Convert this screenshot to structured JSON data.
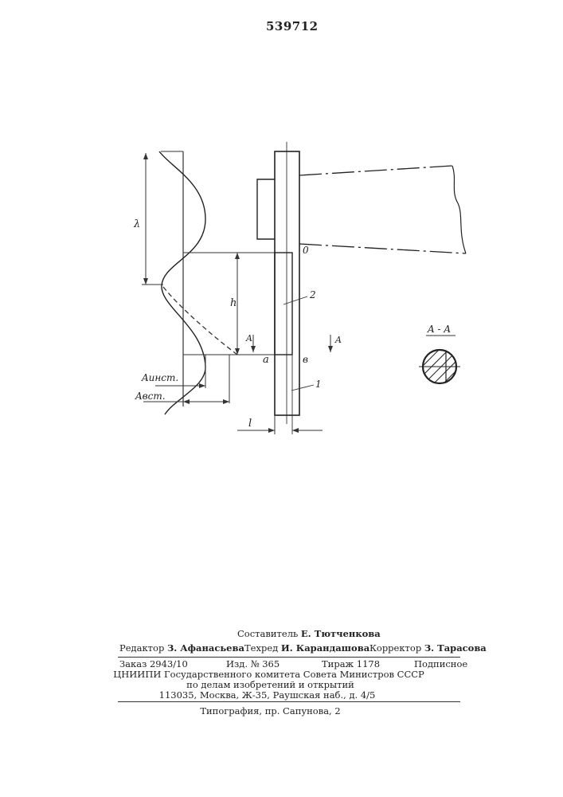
{
  "patent_number": "539712",
  "drawing": {
    "labels": {
      "lambda": "λ",
      "h": "h",
      "o": "0",
      "label_2": "2",
      "label_1": "1",
      "a": "a",
      "b": "в",
      "l": "l",
      "section_a_left": "A",
      "section_a_right": "A",
      "section_title": "A - A",
      "a_inst": "Aинст.",
      "a_vst": "Aвст."
    }
  },
  "footer": {
    "compiler_label": "Составитель",
    "compiler_name": "Е. Тютченкова",
    "editor_label": "Редактор",
    "editor_name": "З. Афанасьева",
    "techred_label": "Техред",
    "techred_name": "И. Карандашова",
    "corrector_label": "Корректор",
    "corrector_name": "З. Тарасова",
    "order": "Заказ 2943/10",
    "edition": "Изд. № 365",
    "print_run": "Тираж 1178",
    "subscription": "Подписное",
    "org_line1": "ЦНИИПИ Государственного комитета Совета Министров СССР",
    "org_line2": "по делам изобретений и открытий",
    "address": "113035, Москва, Ж-35, Раушская наб., д. 4/5",
    "printer": "Типография, пр. Сапунова, 2"
  }
}
